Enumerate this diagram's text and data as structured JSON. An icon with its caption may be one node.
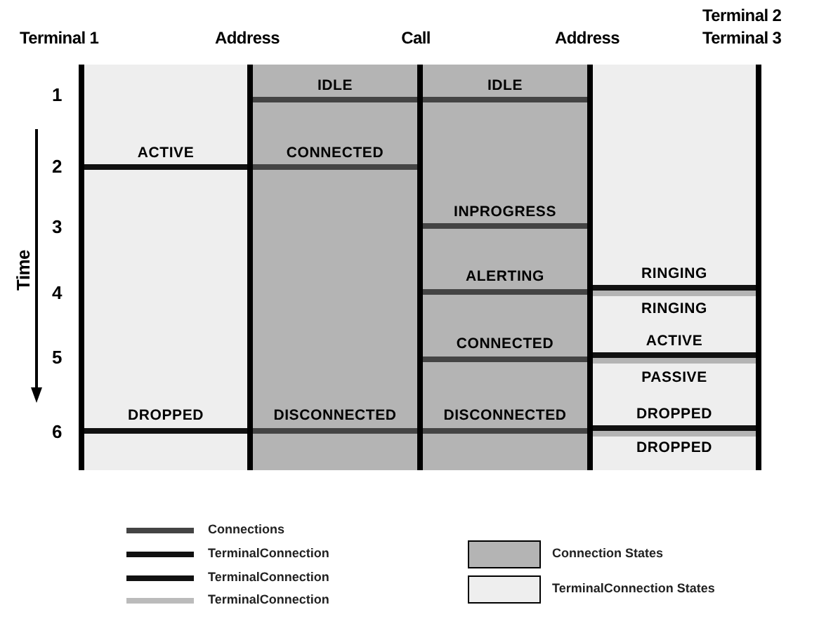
{
  "diagram": {
    "nodes": [
      {
        "text": [
          "ACTIVE",
          "DROPPED"
        ]
      },
      {
        "text": [
          "IDLE",
          "CONNECTED",
          "DISCONNECTED"
        ]
      },
      {
        "text": [
          "IDLE",
          "INPROGRESS",
          "ALERTING",
          "CONNECTED",
          "DISCONNECTED"
        ]
      },
      {
        "text": [
          "RINGING",
          "RINGING",
          "ACTIVE",
          "PASSIVE",
          "DROPPED",
          "DROPPED"
        ]
      }
    ],
    "labels": [
      "Terminal 1",
      "Address",
      "Call",
      "Address",
      "Terminal 2",
      "Terminal 3",
      "1",
      "2",
      "3",
      "4",
      "5",
      "6",
      "Time"
    ],
    "legend": [
      {
        "text": "Connections"
      },
      {
        "text": "TerminalConnection"
      },
      {
        "text": "TerminalConnection"
      },
      {
        "text": "TerminalConnection"
      },
      {
        "text": "Connection States",
        "color": "#b4b4b4"
      },
      {
        "text": "TerminalConnection States",
        "color": "#eeeeee"
      }
    ]
  }
}
